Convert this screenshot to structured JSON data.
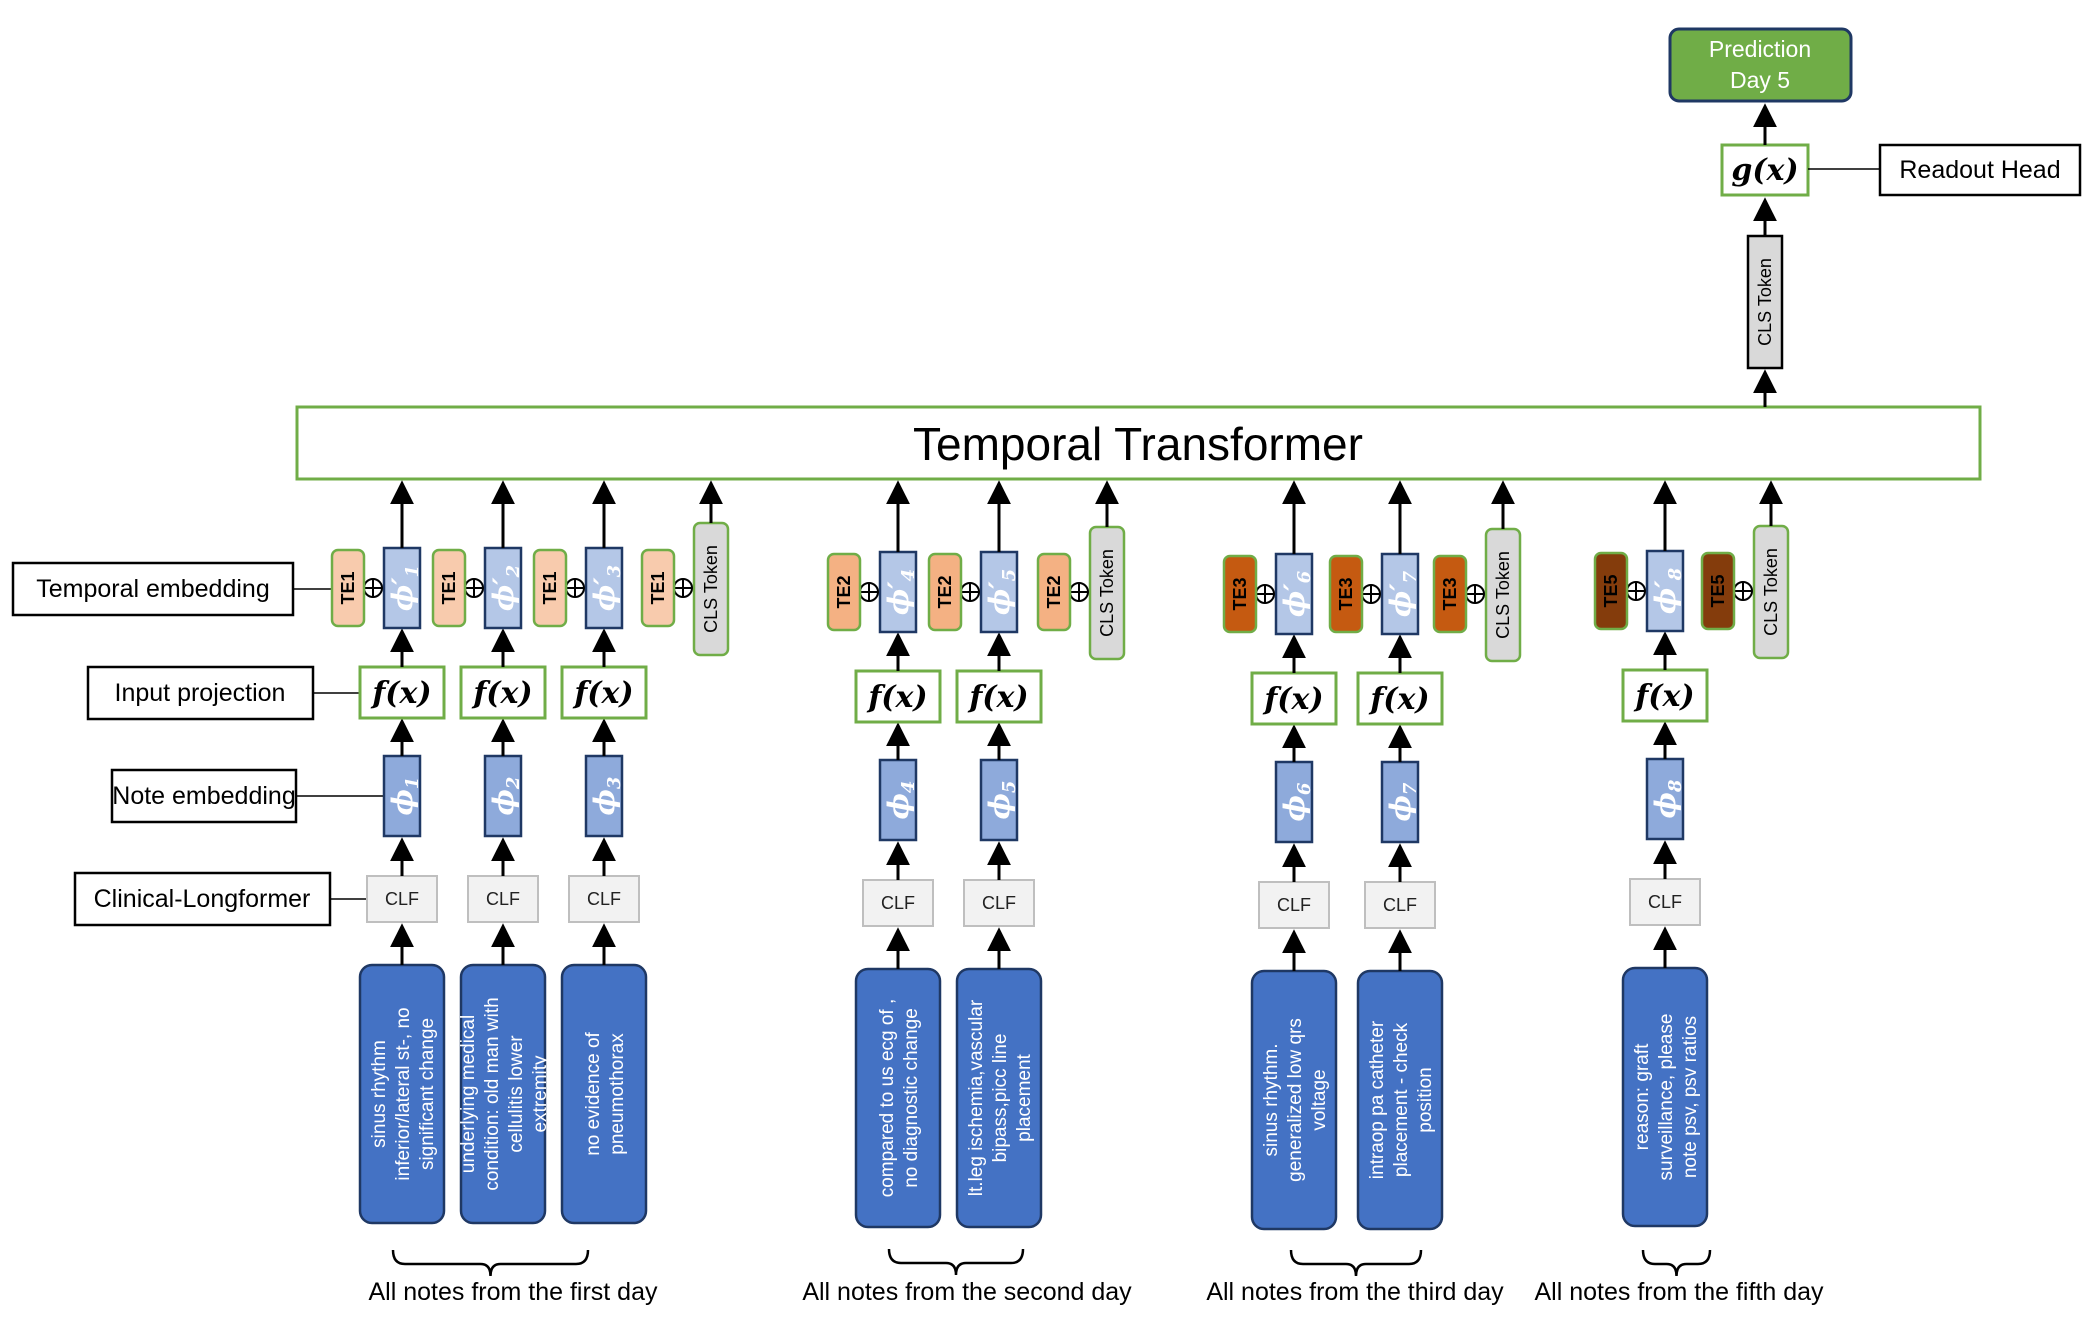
{
  "title": "Temporal Transformer",
  "labels": {
    "temporal_embedding": "Temporal embedding",
    "input_projection": "Input projection",
    "note_embedding": "Note embedding",
    "clinical_longformer": "Clinical-Longformer",
    "readout_head": "Readout Head"
  },
  "clf_label": "CLF",
  "fx_label": "f(x)",
  "gx_label": "g(x)",
  "cls_token_label": "CLS Token",
  "prediction": {
    "line1": "Prediction",
    "line2": "Day 5"
  },
  "colors": {
    "green_border": "#70ad47",
    "note_fill": "#4472c4",
    "phi_fill": "#8eaadb",
    "phi_prime_fill": "#b4c7e7",
    "cls_fill": "#d9d9d9",
    "clf_fill": "#f2f2f2",
    "prediction_fill": "#70ad47",
    "te_colors": {
      "TE1": "#f8cbad",
      "TE2": "#f4b183",
      "TE3": "#c55a11",
      "TE5": "#843c0c"
    }
  },
  "groups": [
    {
      "day_label": "All notes from the first day",
      "te": "TE1",
      "notes": [
        {
          "phi": "1",
          "text": [
            "sinus rhythm",
            "inferior/lateral st-,  no",
            "significant change"
          ]
        },
        {
          "phi": "2",
          "text": [
            "underlying medical",
            "condition: old man with",
            "cellulitis lower",
            "extremity"
          ]
        },
        {
          "phi": "3",
          "text": [
            "no evidence of",
            "pneumothorax"
          ]
        }
      ]
    },
    {
      "day_label": "All notes from the second day",
      "te": "TE2",
      "notes": [
        {
          "phi": "4",
          "text": [
            "compared to us ecg of ,",
            "no diagnostic change"
          ]
        },
        {
          "phi": "5",
          "text": [
            "lt.leg ischemia,vascular",
            "bipass,picc line",
            "placement"
          ]
        }
      ]
    },
    {
      "day_label": "All notes from the third day",
      "te": "TE3",
      "notes": [
        {
          "phi": "6",
          "text": [
            "sinus rhythm.",
            "generalized low qrs",
            "voltage"
          ]
        },
        {
          "phi": "7",
          "text": [
            "intraop pa catheter",
            "placement - check",
            "position"
          ]
        }
      ]
    },
    {
      "day_label": "All notes from the fifth day",
      "te": "TE5",
      "notes": [
        {
          "phi": "8",
          "text": [
            "reason: graft",
            "surveillance, please",
            "note psv, psv ratios"
          ]
        }
      ]
    }
  ]
}
